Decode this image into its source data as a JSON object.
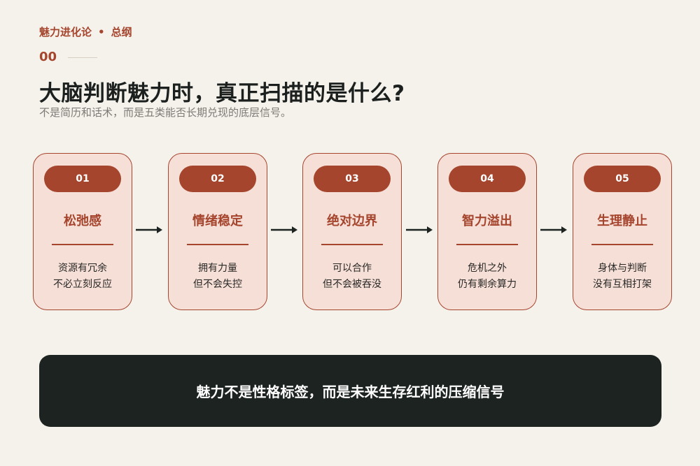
{
  "header": {
    "series": "魅力进化论",
    "separator": "•",
    "section": "总纲",
    "number": "00",
    "title": "大脑判断魅力时，真正扫描的是什么?",
    "subtitle": "不是简历和话术，而是五类能否长期兑现的底层信号。"
  },
  "steps": [
    {
      "number": "01",
      "title": "松弛感",
      "lines": [
        "资源有冗余",
        "不必立刻反应"
      ]
    },
    {
      "number": "02",
      "title": "情绪稳定",
      "lines": [
        "拥有力量",
        "但不会失控"
      ]
    },
    {
      "number": "03",
      "title": "绝对边界",
      "lines": [
        "可以合作",
        "但不会被吞没"
      ]
    },
    {
      "number": "04",
      "title": "智力溢出",
      "lines": [
        "危机之外",
        "仍有剩余算力"
      ]
    },
    {
      "number": "05",
      "title": "生理静止",
      "lines": [
        "身体与判断",
        "没有互相打架"
      ]
    }
  ],
  "banner": {
    "text": "魅力不是性格标签，而是未来生存红利的压缩信号"
  },
  "colors": {
    "accent": "#a6452e",
    "card_fill": "#f5dfd7",
    "background": "#f5f2ec",
    "banner": "#1c2320",
    "title": "#1b201e"
  }
}
